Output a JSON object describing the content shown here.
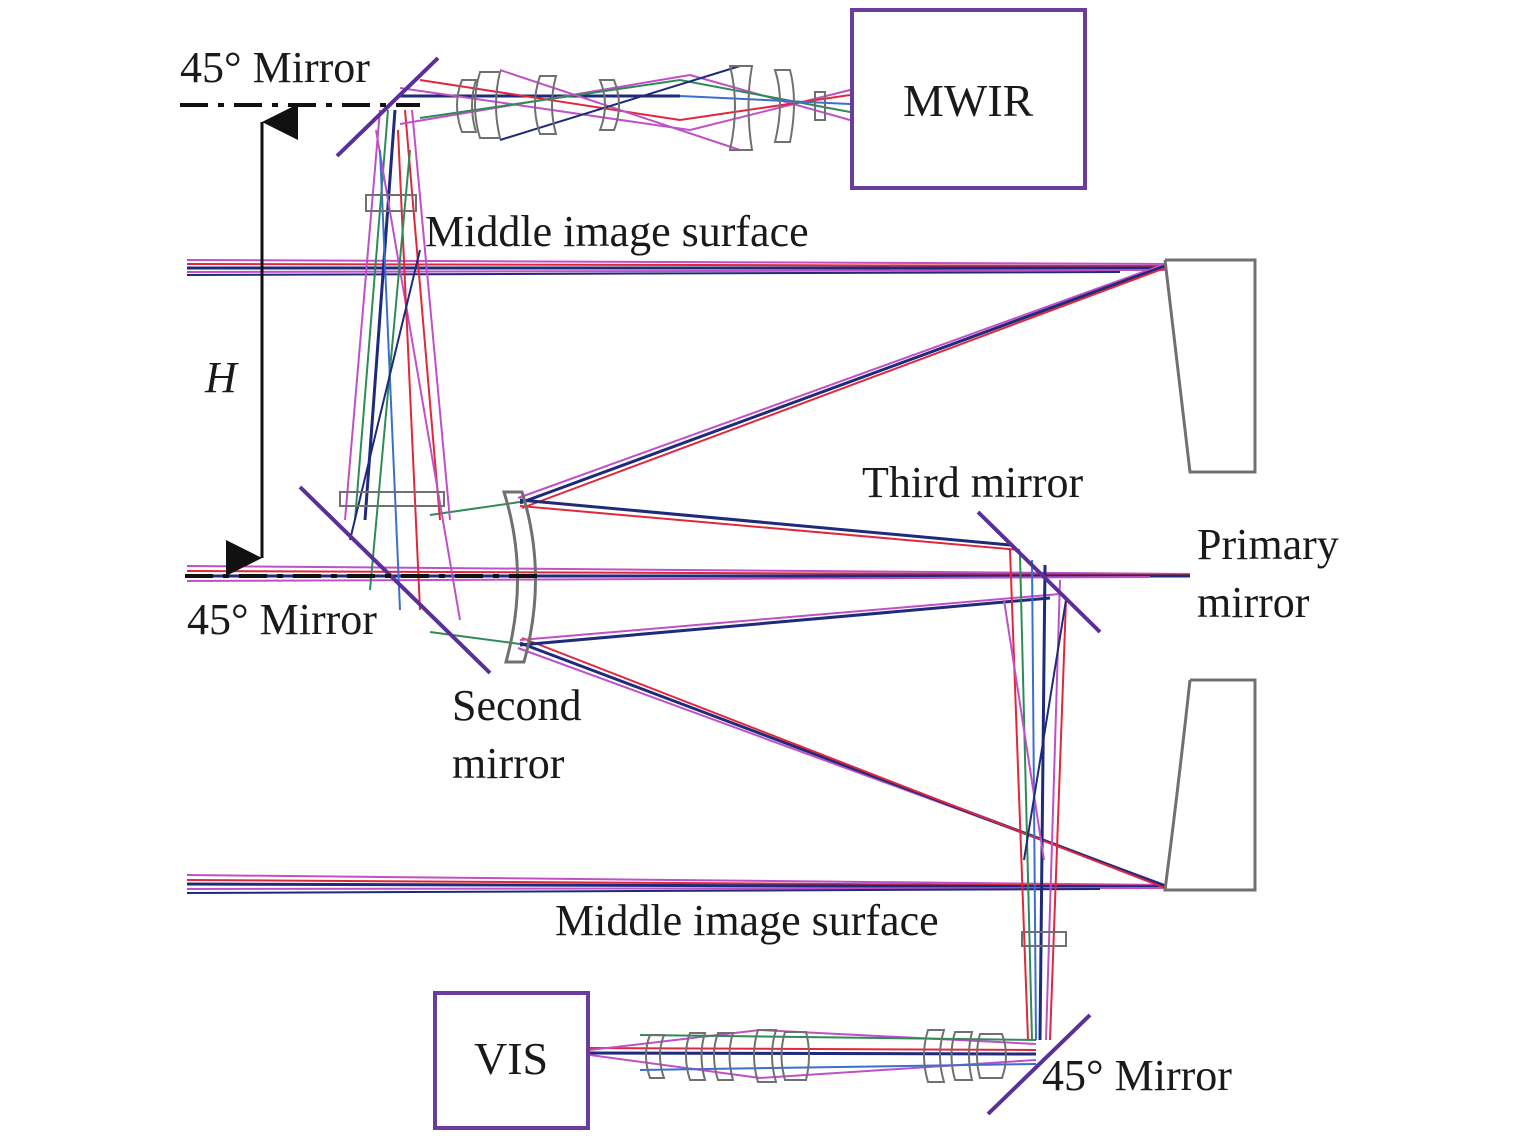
{
  "labels": {
    "mirror_45_top": "45° Mirror",
    "mirror_45_middle": "45° Mirror",
    "mirror_45_bottom": "45° Mirror",
    "middle_image_surface_top": "Middle image surface",
    "middle_image_surface_bottom": "Middle image surface",
    "dimension_h": "H",
    "third_mirror": "Third mirror",
    "primary_mirror_line1": "Primary",
    "primary_mirror_line2": "mirror",
    "second_mirror_line1": "Second",
    "second_mirror_line2": "mirror"
  },
  "detectors": {
    "mwir": "MWIR",
    "vis": "VIS"
  },
  "colors": {
    "box_border": "#6a3d9a",
    "mirror": "#5b2f9a",
    "ray_magenta": "#c050c8",
    "ray_red": "#e0283c",
    "ray_navy": "#1e2a7a",
    "ray_green": "#2e8b57",
    "ray_blue": "#3a6fd0",
    "lens_outline": "#707070",
    "dimension": "#111111"
  }
}
